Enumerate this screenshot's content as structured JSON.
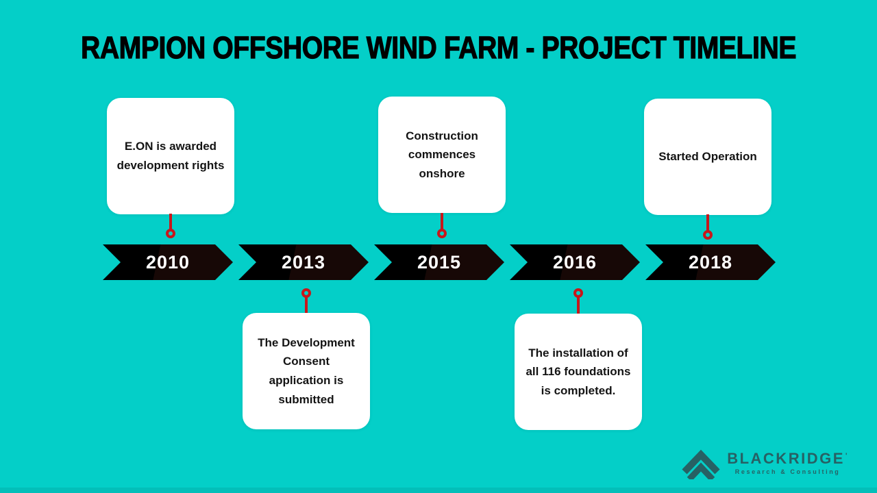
{
  "title": "RAMPION OFFSHORE WIND FARM - PROJECT TIMELINE",
  "colors": {
    "background": "#04cfc8",
    "arrow_black": "#0d0302",
    "year_text": "#ffffff",
    "card_background": "#ffffff",
    "card_text": "#141414",
    "connector_red": "#c8171b",
    "title_text": "#000000",
    "logo": "#2b565a"
  },
  "chart_data": {
    "type": "table",
    "title": "RAMPION OFFSHORE WIND FARM - PROJECT TIMELINE",
    "categories": [
      "2010",
      "2013",
      "2015",
      "2016",
      "2018"
    ],
    "values": [
      "E.ON is awarded development rights",
      "The Development Consent application is submitted",
      "Construction commences onshore",
      "The installation of all 116 foundations is completed.",
      "Started Operation"
    ],
    "layout": "horizontal chevron timeline, cards alternate above/below"
  },
  "timeline": {
    "milestones": [
      {
        "year": "2010",
        "text": "E.ON is awarded development rights",
        "position": "above"
      },
      {
        "year": "2013",
        "text": "The Development Consent application is submitted",
        "position": "below"
      },
      {
        "year": "2015",
        "text": "Construction commences onshore",
        "position": "above"
      },
      {
        "year": "2016",
        "text": "The installation of all 116 foundations is completed.",
        "position": "below"
      },
      {
        "year": "2018",
        "text": "Started Operation",
        "position": "above"
      }
    ]
  },
  "branding": {
    "logo_name": "BLACKRIDGE",
    "logo_tick": "'",
    "logo_tagline": "Research & Consulting",
    "logo_mark": "double-chevron-up-icon"
  }
}
